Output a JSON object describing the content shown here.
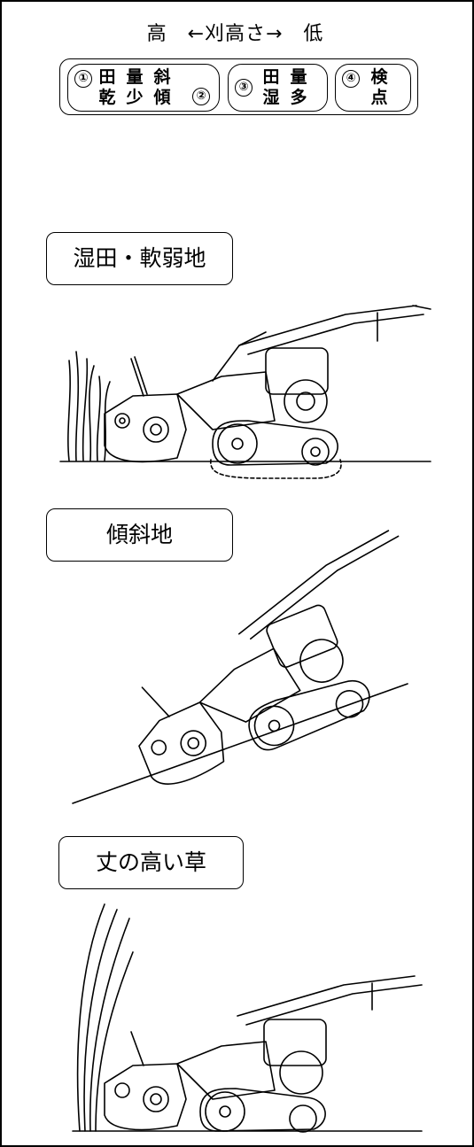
{
  "header": {
    "title": "高　←刈高さ→　低"
  },
  "scale": {
    "segments": [
      {
        "number": "①",
        "chars": [
          "乾",
          "田",
          "少",
          "量",
          "傾",
          "斜"
        ],
        "number2": "②"
      },
      {
        "number": "③",
        "chars": [
          "湿",
          "田",
          "多",
          "量"
        ]
      },
      {
        "number": "④",
        "chars": [
          "点",
          "検"
        ]
      }
    ]
  },
  "scenes": [
    {
      "label": "湿田・軟弱地",
      "terrain": "soft-ground",
      "icon": "walk-behind-mower-tracked"
    },
    {
      "label": "傾斜地",
      "terrain": "slope",
      "icon": "walk-behind-mower-tracked"
    },
    {
      "label": "丈の高い草",
      "terrain": "tall-grass",
      "icon": "walk-behind-mower-tracked"
    }
  ],
  "colors": {
    "line": "#000000",
    "background": "#ffffff"
  }
}
